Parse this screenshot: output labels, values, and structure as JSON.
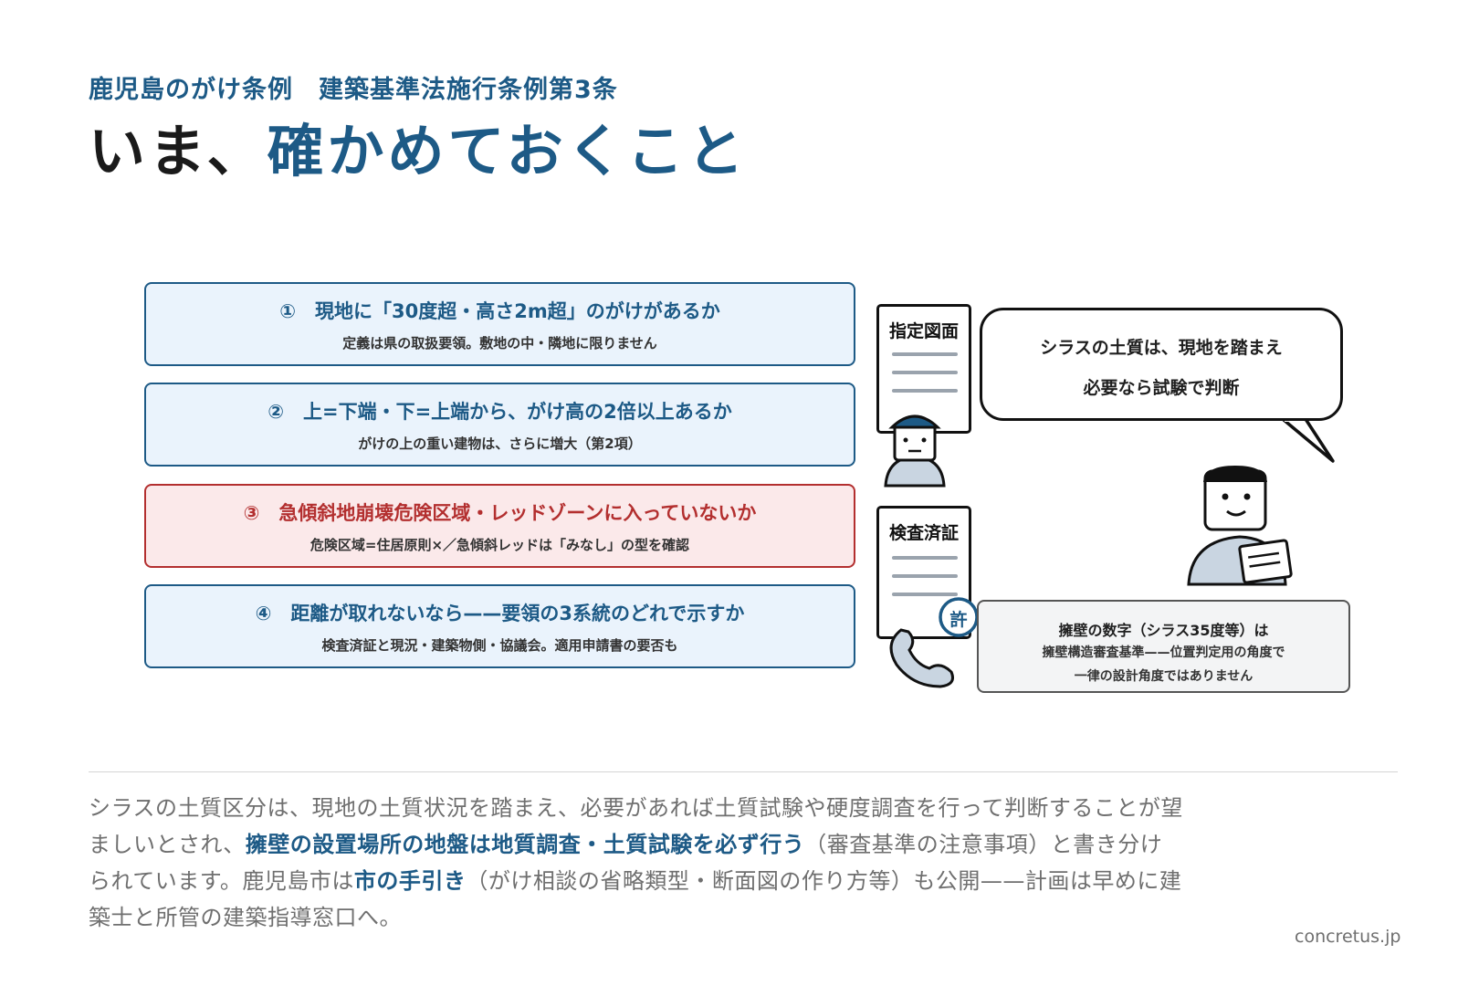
{
  "header": {
    "subtitle": "鹿児島のがけ条例　建築基準法施行条例第3条",
    "title_prefix": "いま、",
    "title_accent": "確かめておくこと"
  },
  "checklist": [
    {
      "title": "①　現地に「30度超・高さ2m超」のがけがあるか",
      "sub": "定義は県の取扱要領。敷地の中・隣地に限りません"
    },
    {
      "title": "②　上=下端・下=上端から、がけ高の2倍以上あるか",
      "sub": "がけの上の重い建物は、さらに増大（第2項）"
    },
    {
      "title": "③　急傾斜地崩壊危険区域・レッドゾーンに入っていないか",
      "sub": "危険区域=住居原則×／急傾斜レッドは「みなし」の型を確認"
    },
    {
      "title": "④　距離が取れないなら——要領の3系統のどれで示すか",
      "sub": "検査済証と現況・建築物側・協議会。適用申請書の要否も"
    }
  ],
  "illustration": {
    "doc1_label": "指定図面",
    "doc2_label": "検査済証",
    "stamp_label": "許",
    "bubble_line1": "シラスの土質は、現地を踏まえ",
    "bubble_line2": "必要なら試験で判断",
    "note_line1": "擁壁の数字（シラス35度等）は",
    "note_line2": "擁壁構造審査基準——位置判定用の角度で",
    "note_line3": "一律の設計角度ではありません"
  },
  "body": {
    "p1": "シラスの土質区分は、現地の土質状況を踏まえ、必要があれば土質試験や硬度調査を行って判断することが望ましいとされ、",
    "em1": "擁壁の設置場所の地盤は地質調査・土質試験を必ず行う",
    "p2": "（審査基準の注意事項）と書き分けられています。鹿児島市は",
    "em2": "市の手引き",
    "p3": "（がけ相談の省略類型・断面図の作り方等）も公開——計画は早めに建築士と所管の建築指導窓口へ。"
  },
  "footer": {
    "site": "concretus.jp"
  },
  "colors": {
    "accent": "#1d5a86",
    "danger": "#b32f2f",
    "text": "#1a1a1a",
    "muted": "#6f6f6f"
  }
}
